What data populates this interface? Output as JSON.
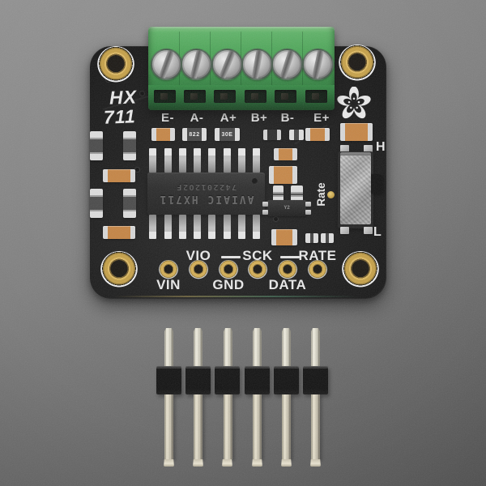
{
  "colors": {
    "background_gray": "#7b7b7b",
    "pcb_black": "#151515",
    "terminal_green": "#419a4c",
    "gold_plating": "#c9a54d",
    "silkscreen_white": "#e8e8e8",
    "capacitor_orange": "#c3813f",
    "header_pin_silver": "#cfc9b8",
    "switch_silver": "#a8a8a8"
  },
  "board": {
    "silkscreen_title": {
      "line1": "HX",
      "line2": "711"
    },
    "terminal_labels": [
      "E-",
      "A-",
      "A+",
      "B+",
      "B-",
      "E+"
    ],
    "ic_marking": {
      "line1": "AVIAIC HX711",
      "line2": "7422012O2F"
    },
    "resistor_markings": [
      "822",
      "30E"
    ],
    "transistor_marking": "Y2",
    "rate_switch": {
      "rate_label": "Rate",
      "high_label": "H",
      "low_label": "L"
    },
    "breakout_pins": [
      {
        "label": "VIN",
        "row": "bottom"
      },
      {
        "label": "VIO",
        "row": "top"
      },
      {
        "label": "GND",
        "row": "bottom"
      },
      {
        "label": "SCK",
        "row": "top"
      },
      {
        "label": "DATA",
        "row": "bottom"
      },
      {
        "label": "RATE",
        "row": "top"
      }
    ],
    "mounting_hole_count": 4
  },
  "header_strip": {
    "pin_count": 6
  }
}
